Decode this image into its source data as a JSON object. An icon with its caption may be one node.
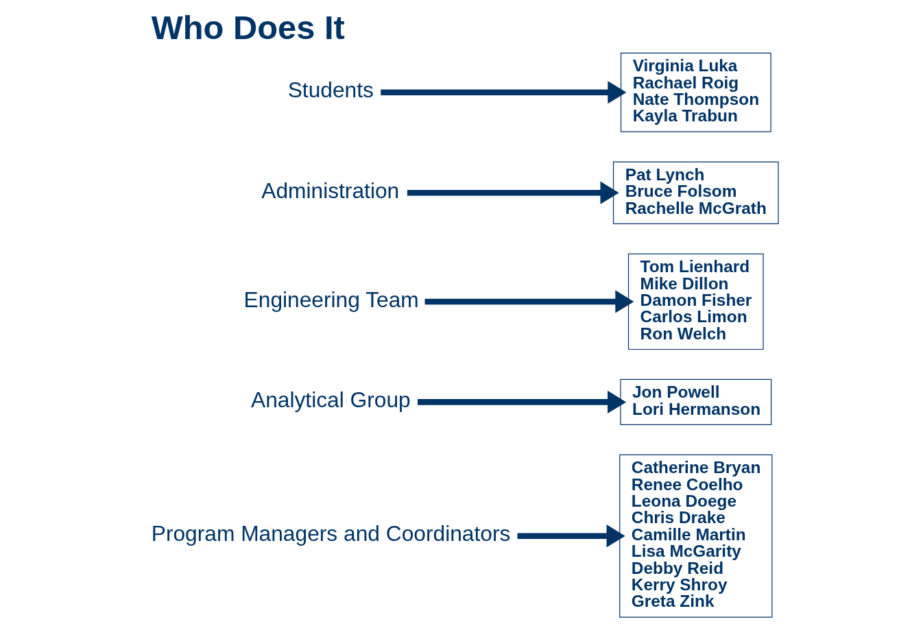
{
  "diagram": {
    "title": "Who Does It",
    "nodes": [
      {
        "text": [
          "Program Managers and Coordinators"
        ]
      },
      {
        "text": [
          "Catherine Bryan",
          "Renee Coelho",
          "Leona Doege",
          "Chris Drake",
          "Camille Martin",
          "Lisa McGarity",
          "Debby Reid",
          "Kerry Shroy",
          "Greta Zink"
        ]
      },
      {
        "text": [
          "Analytical Group"
        ]
      },
      {
        "text": [
          "Jon Powell",
          "Lori Hermanson"
        ]
      },
      {
        "text": [
          "Engineering Team"
        ]
      },
      {
        "text": [
          "Tom Lienhard",
          "Mike Dillon",
          "Damon Fisher",
          "Carlos Limon",
          "Ron Welch"
        ]
      },
      {
        "text": [
          "Administration"
        ]
      },
      {
        "text": [
          "Pat Lynch",
          "Bruce Folsom",
          "Rachelle McGrath"
        ]
      },
      {
        "text": [
          "Students"
        ]
      },
      {
        "text": [
          "Virginia Luka",
          "Rachael Roig",
          "Nate Thompson",
          "Kayla Trabun"
        ]
      }
    ],
    "edges": [
      {
        "from": 0,
        "to": 1,
        "arrow": "to"
      },
      {
        "from": 2,
        "to": 3,
        "arrow": "to"
      },
      {
        "from": 4,
        "to": 5,
        "arrow": "to"
      },
      {
        "from": 6,
        "to": 7,
        "arrow": "to"
      },
      {
        "from": 8,
        "to": 9,
        "arrow": "to"
      }
    ]
  }
}
